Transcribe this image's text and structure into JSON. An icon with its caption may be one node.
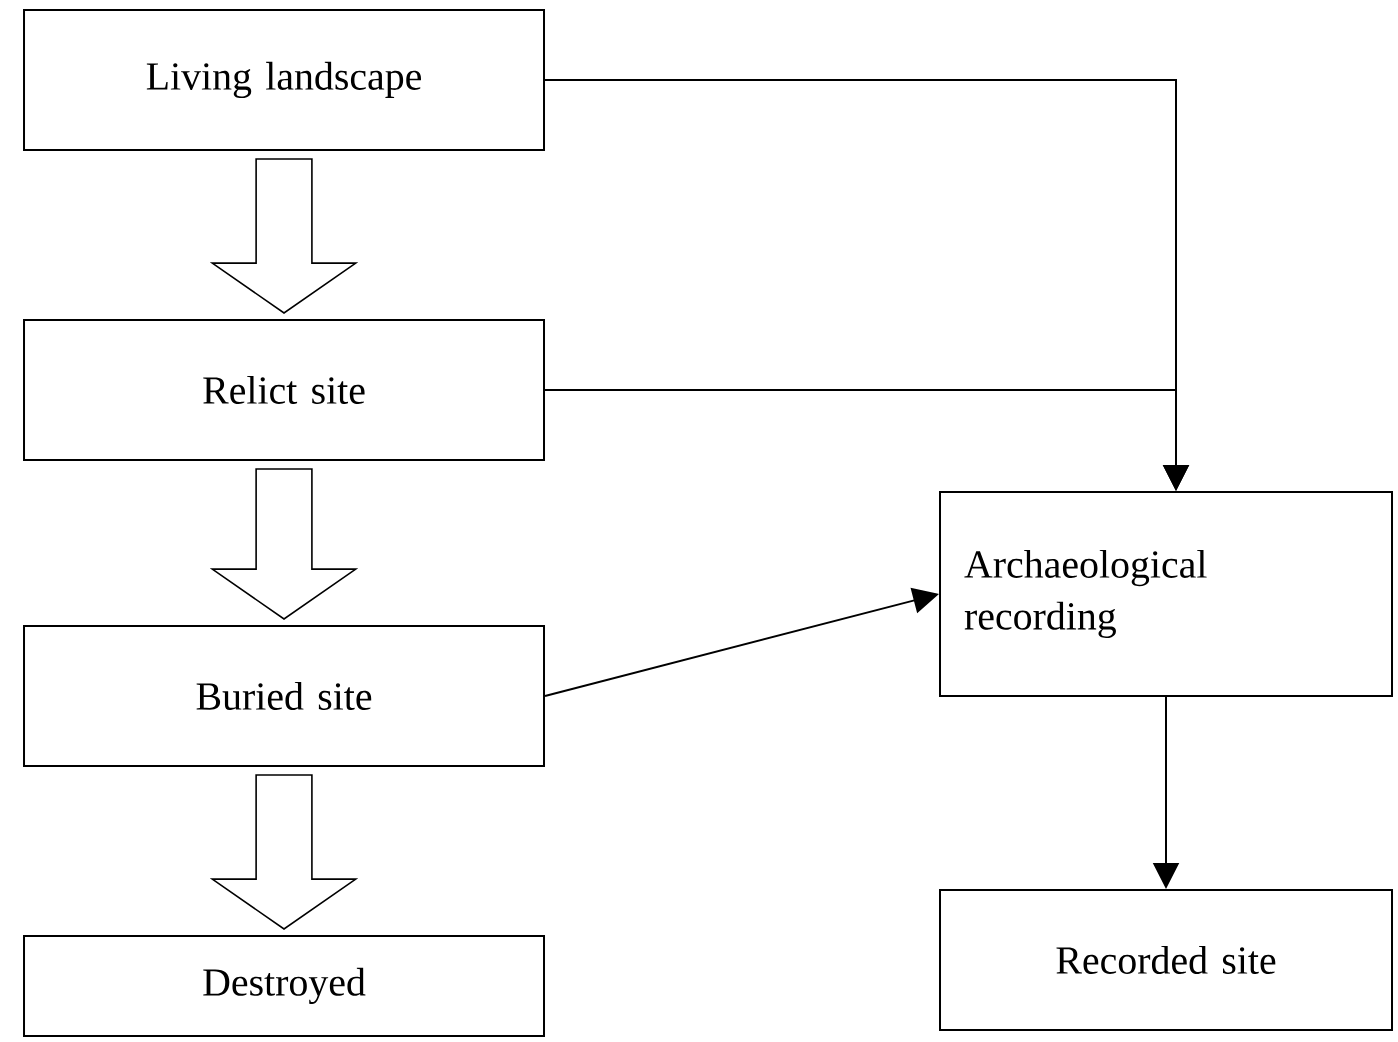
{
  "diagram": {
    "nodes": [
      {
        "text": [
          "Living landscape"
        ]
      },
      {
        "text": [
          "Relict site"
        ]
      },
      {
        "text": [
          "Buried site"
        ]
      },
      {
        "text": [
          "Destroyed"
        ]
      },
      {
        "text": [
          "Archaeological recording"
        ]
      },
      {
        "text": [
          "Recorded site"
        ]
      }
    ],
    "edges": [
      {
        "from": 0,
        "to": 1,
        "arrow": "to",
        "style": "thick"
      },
      {
        "from": 1,
        "to": 2,
        "arrow": "to",
        "style": "thick"
      },
      {
        "from": 2,
        "to": 3,
        "arrow": "to",
        "style": "thick"
      },
      {
        "from": 0,
        "to": 4,
        "arrow": "to"
      },
      {
        "from": 1,
        "to": 4,
        "arrow": "to"
      },
      {
        "from": 2,
        "to": 4,
        "arrow": "to"
      },
      {
        "from": 4,
        "to": 5,
        "arrow": "to"
      }
    ]
  }
}
